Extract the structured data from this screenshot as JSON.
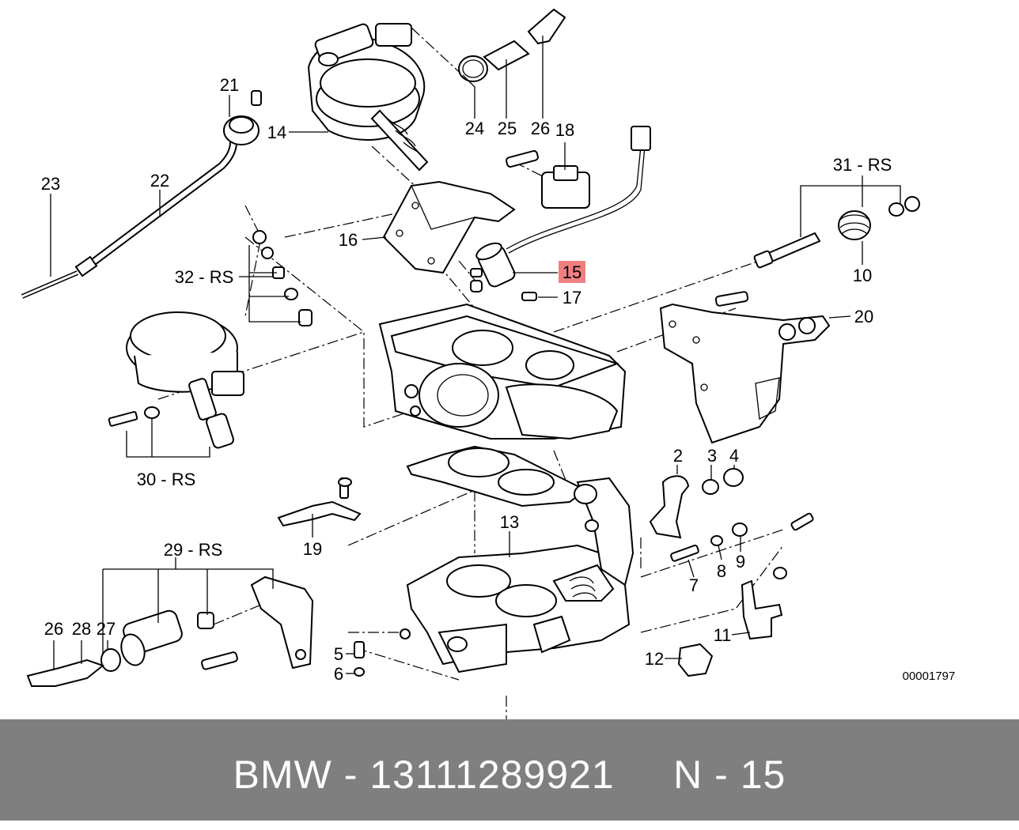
{
  "footer": {
    "text": "BMW - 13111289921     N - 15",
    "bg_color": "#7f7f7f",
    "text_color": "#ffffff"
  },
  "diagram": {
    "code": "00001797",
    "highlight_color": "#f08080",
    "highlighted": "15",
    "callouts": {
      "c21": "21",
      "c14": "14",
      "c24": "24",
      "c25": "25",
      "c26a": "26",
      "c18": "18",
      "c23": "23",
      "c22": "22",
      "c16": "16",
      "c15": "15",
      "c17": "17",
      "c31": "31 - RS",
      "c10": "10",
      "c32": "32 - RS",
      "c20": "20",
      "c30": "30 - RS",
      "c2": "2",
      "c3": "3",
      "c4": "4",
      "c13": "13",
      "c19": "19",
      "c8": "8",
      "c9": "9",
      "c7": "7",
      "c29": "29 - RS",
      "c26b": "26",
      "c28": "28",
      "c27": "27",
      "c5": "5",
      "c6": "6",
      "c11": "11",
      "c12": "12"
    }
  }
}
